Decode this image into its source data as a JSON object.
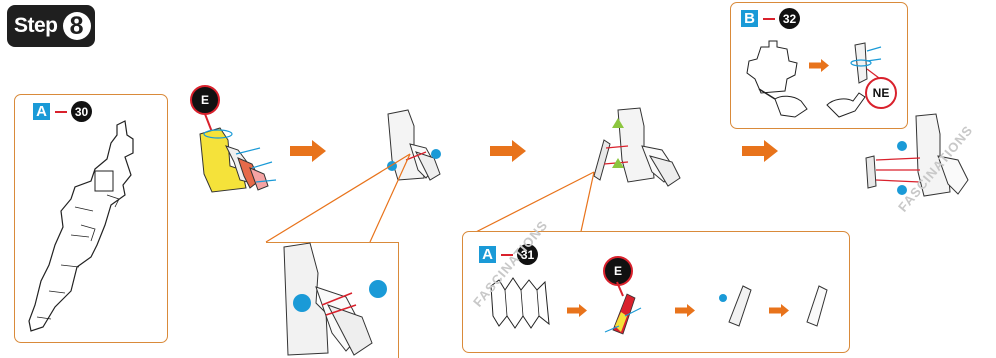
{
  "step": {
    "word": "Step",
    "number": "8"
  },
  "panels": {
    "a30": {
      "sheet": "A",
      "part": "30"
    },
    "a31": {
      "sheet": "A",
      "part": "31"
    },
    "b32": {
      "sheet": "B",
      "part": "32"
    }
  },
  "callouts": {
    "glue_main": "E",
    "glue_sub": "E",
    "no_glue": "NE"
  },
  "watermark": "FASCINATIONS",
  "colors": {
    "orange_arrow": "#e8731b",
    "panel_border": "#d98a3a",
    "sheet_badge": "#1a9ad7",
    "marker_dot": "#1a9ad7",
    "triangle": "#8cc63f",
    "glue_yellow": "#f5e23a",
    "glue_red": "#d9212c"
  }
}
